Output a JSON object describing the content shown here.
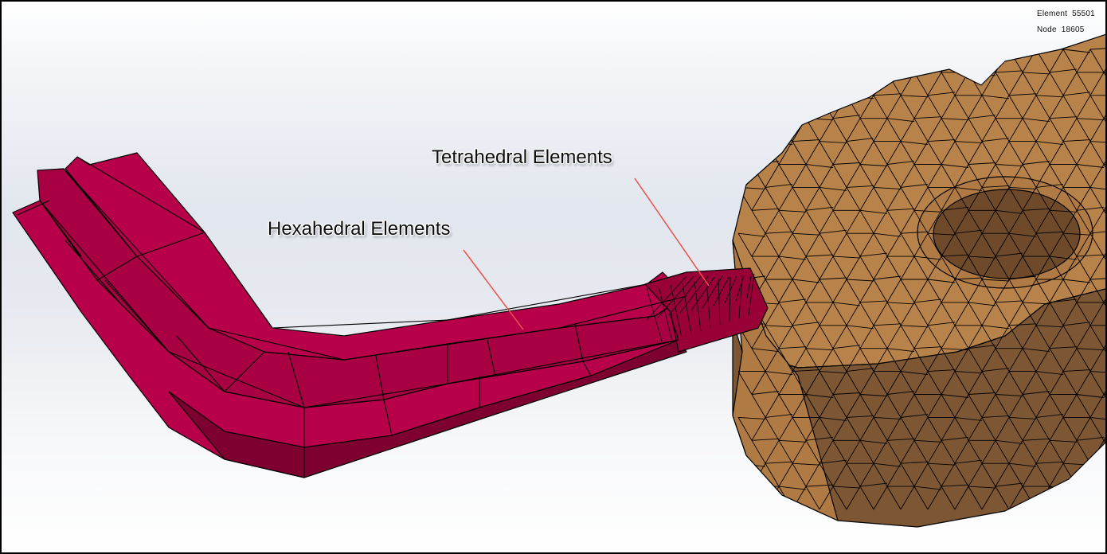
{
  "viewport": {
    "readouts": {
      "element_label": "Element",
      "element_value": "55501",
      "node_label": "Node",
      "node_value": "18605"
    },
    "callouts": {
      "tetrahedral": "Tetrahedral Elements",
      "hexahedral": "Hexahedral Elements"
    },
    "colors": {
      "hex_mesh": "#b8003f",
      "hex_mesh_dark": "#7d0030",
      "tet_mesh": "#b8834a",
      "tet_mesh_dark": "#7a5430",
      "leader_line": "#e8524a",
      "mesh_edge": "#000000"
    }
  }
}
